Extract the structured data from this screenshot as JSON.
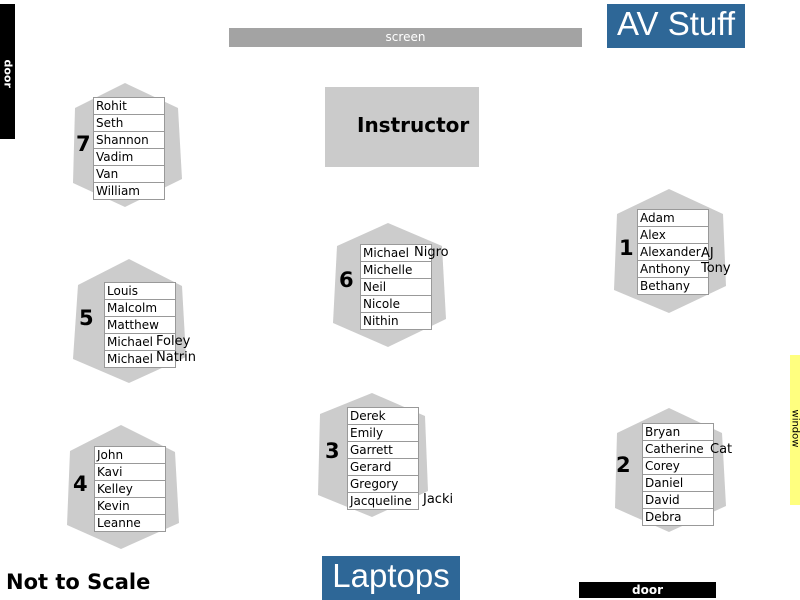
{
  "room": {
    "screen_label": "screen",
    "av_label": "AV Stuff",
    "laptops_label": "Laptops",
    "instructor_label": "Instructor",
    "door_left_label": "door",
    "door_bottom_label": "door",
    "window_label": "window",
    "footer_note": "Not to Scale",
    "colors": {
      "table_fill": "#cccccc",
      "accent_blue": "#2e6797",
      "screen_gray": "#a3a3a3",
      "window_yellow": "#ffff7f"
    }
  },
  "tables": [
    {
      "number": "7",
      "names": [
        "Rohit",
        "Seth",
        "Shannon",
        "Vadim",
        "Van",
        "William"
      ],
      "nicknames": []
    },
    {
      "number": "6",
      "names": [
        "Michael",
        "Michelle",
        "Neil",
        "Nicole",
        "Nithin"
      ],
      "nicknames": [
        "Nigro"
      ]
    },
    {
      "number": "1",
      "names": [
        "Adam",
        "Alex",
        "Alexander",
        "Anthony",
        "Bethany"
      ],
      "nicknames": [
        "AJ",
        "Tony"
      ]
    },
    {
      "number": "5",
      "names": [
        "Louis",
        "Malcolm",
        "Matthew",
        "Michael",
        "Michael"
      ],
      "nicknames": [
        "Foley",
        "Natrin"
      ]
    },
    {
      "number": "3",
      "names": [
        "Derek",
        "Emily",
        "Garrett",
        "Gerard",
        "Gregory",
        "Jacqueline"
      ],
      "nicknames": [
        "Jacki"
      ]
    },
    {
      "number": "2",
      "names": [
        "Bryan",
        "Catherine",
        "Corey",
        "Daniel",
        "David",
        "Debra"
      ],
      "nicknames": [
        "Cat"
      ]
    },
    {
      "number": "4",
      "names": [
        "John",
        "Kavi",
        "Kelley",
        "Kevin",
        "Leanne"
      ],
      "nicknames": []
    }
  ]
}
